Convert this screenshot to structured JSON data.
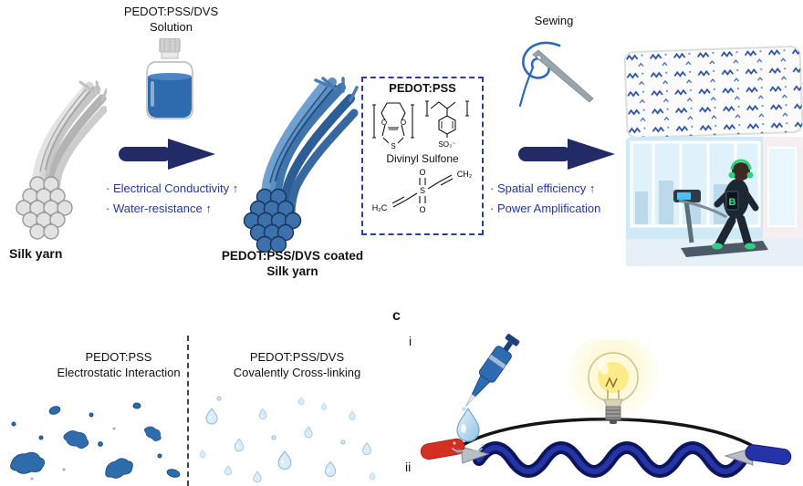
{
  "panel_a": {
    "solution_label_line1": "PEDOT:PSS/DVS",
    "solution_label_line2": "Solution",
    "silk_yarn_label": "Silk yarn",
    "arrow1_bullet1": "· Electrical Conductivity ↑",
    "arrow1_bullet2": "· Water-resistance ↑",
    "coated_label_line1": "PEDOT:PSS/DVS coated",
    "coated_label_line2": "Silk yarn",
    "chem_box_title": "PEDOT:PSS",
    "divinyl_label": "Divinyl Sulfone",
    "sewing_label": "Sewing",
    "arrow2_bullet1": "· Spatial efficiency ↑",
    "arrow2_bullet2": "· Power Amplification",
    "phone_letter": "B"
  },
  "panel_b": {
    "left_line1": "PEDOT:PSS",
    "left_line2": "Electrostatic Interaction",
    "right_line1": "PEDOT:PSS/DVS",
    "right_line2": "Covalently Cross-linking"
  },
  "panel_c": {
    "label": "c",
    "sub_i": "i",
    "sub_ii": "ii"
  },
  "chem": {
    "o": "O",
    "s": "S",
    "so3": "SO₃⁻",
    "h2c": "H₂C",
    "ch2": "CH₂"
  },
  "colors": {
    "note_blue": "#2736a3",
    "arrow_navy": "#232b66",
    "coated_yarn_blue": "#3f74ad",
    "circuit_yarn_navy": "#141f7a",
    "clip_red": "#d42f23",
    "clip_blue": "#2433a8",
    "droplet_blue": "#d9ecf8",
    "bulb_yellow": "#fce97e"
  }
}
